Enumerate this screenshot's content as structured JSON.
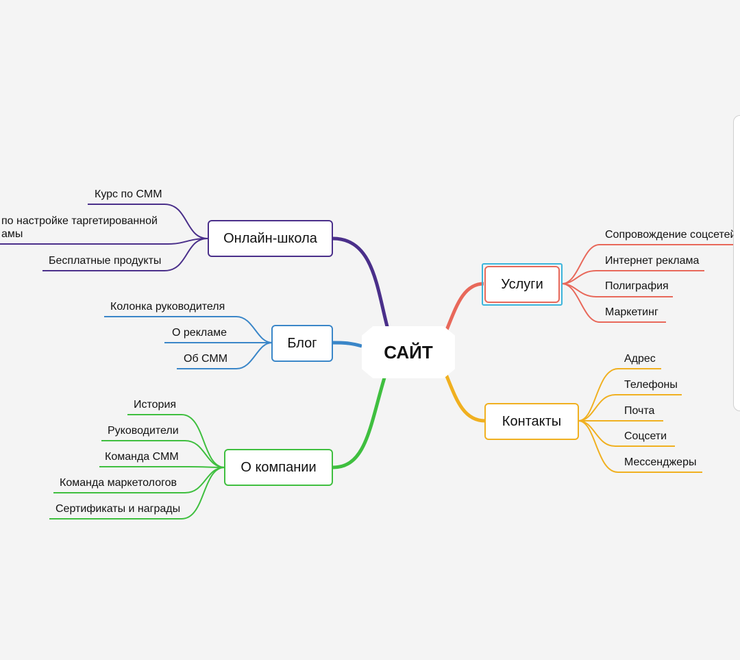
{
  "root": {
    "label": "САЙТ"
  },
  "colors": {
    "school": "#4a2f8a",
    "blog": "#3a86c8",
    "company": "#3fbf3f",
    "services": "#e8685a",
    "contacts": "#f0b020",
    "selection": "#3bb5dc"
  },
  "branches": {
    "school": {
      "label": "Онлайн-школа",
      "children": [
        "Курс по СММ",
        "по настройке таргетированной\nамы",
        "Бесплатные продукты"
      ]
    },
    "blog": {
      "label": "Блог",
      "children": [
        "Колонка руководителя",
        "О рекламе",
        "Об СММ"
      ]
    },
    "company": {
      "label": "О компании",
      "children": [
        "История",
        "Руководители",
        "Команда СММ",
        "Команда маркетологов",
        "Сертификаты и награды"
      ]
    },
    "services": {
      "label": "Услуги",
      "children": [
        "Сопровождение соцсетей",
        "Интернет реклама",
        "Полиграфия",
        "Маркетинг"
      ]
    },
    "contacts": {
      "label": "Контакты",
      "children": [
        "Адрес",
        "Телефоны",
        "Почта",
        "Соцсети",
        "Мессенджеры"
      ]
    }
  }
}
